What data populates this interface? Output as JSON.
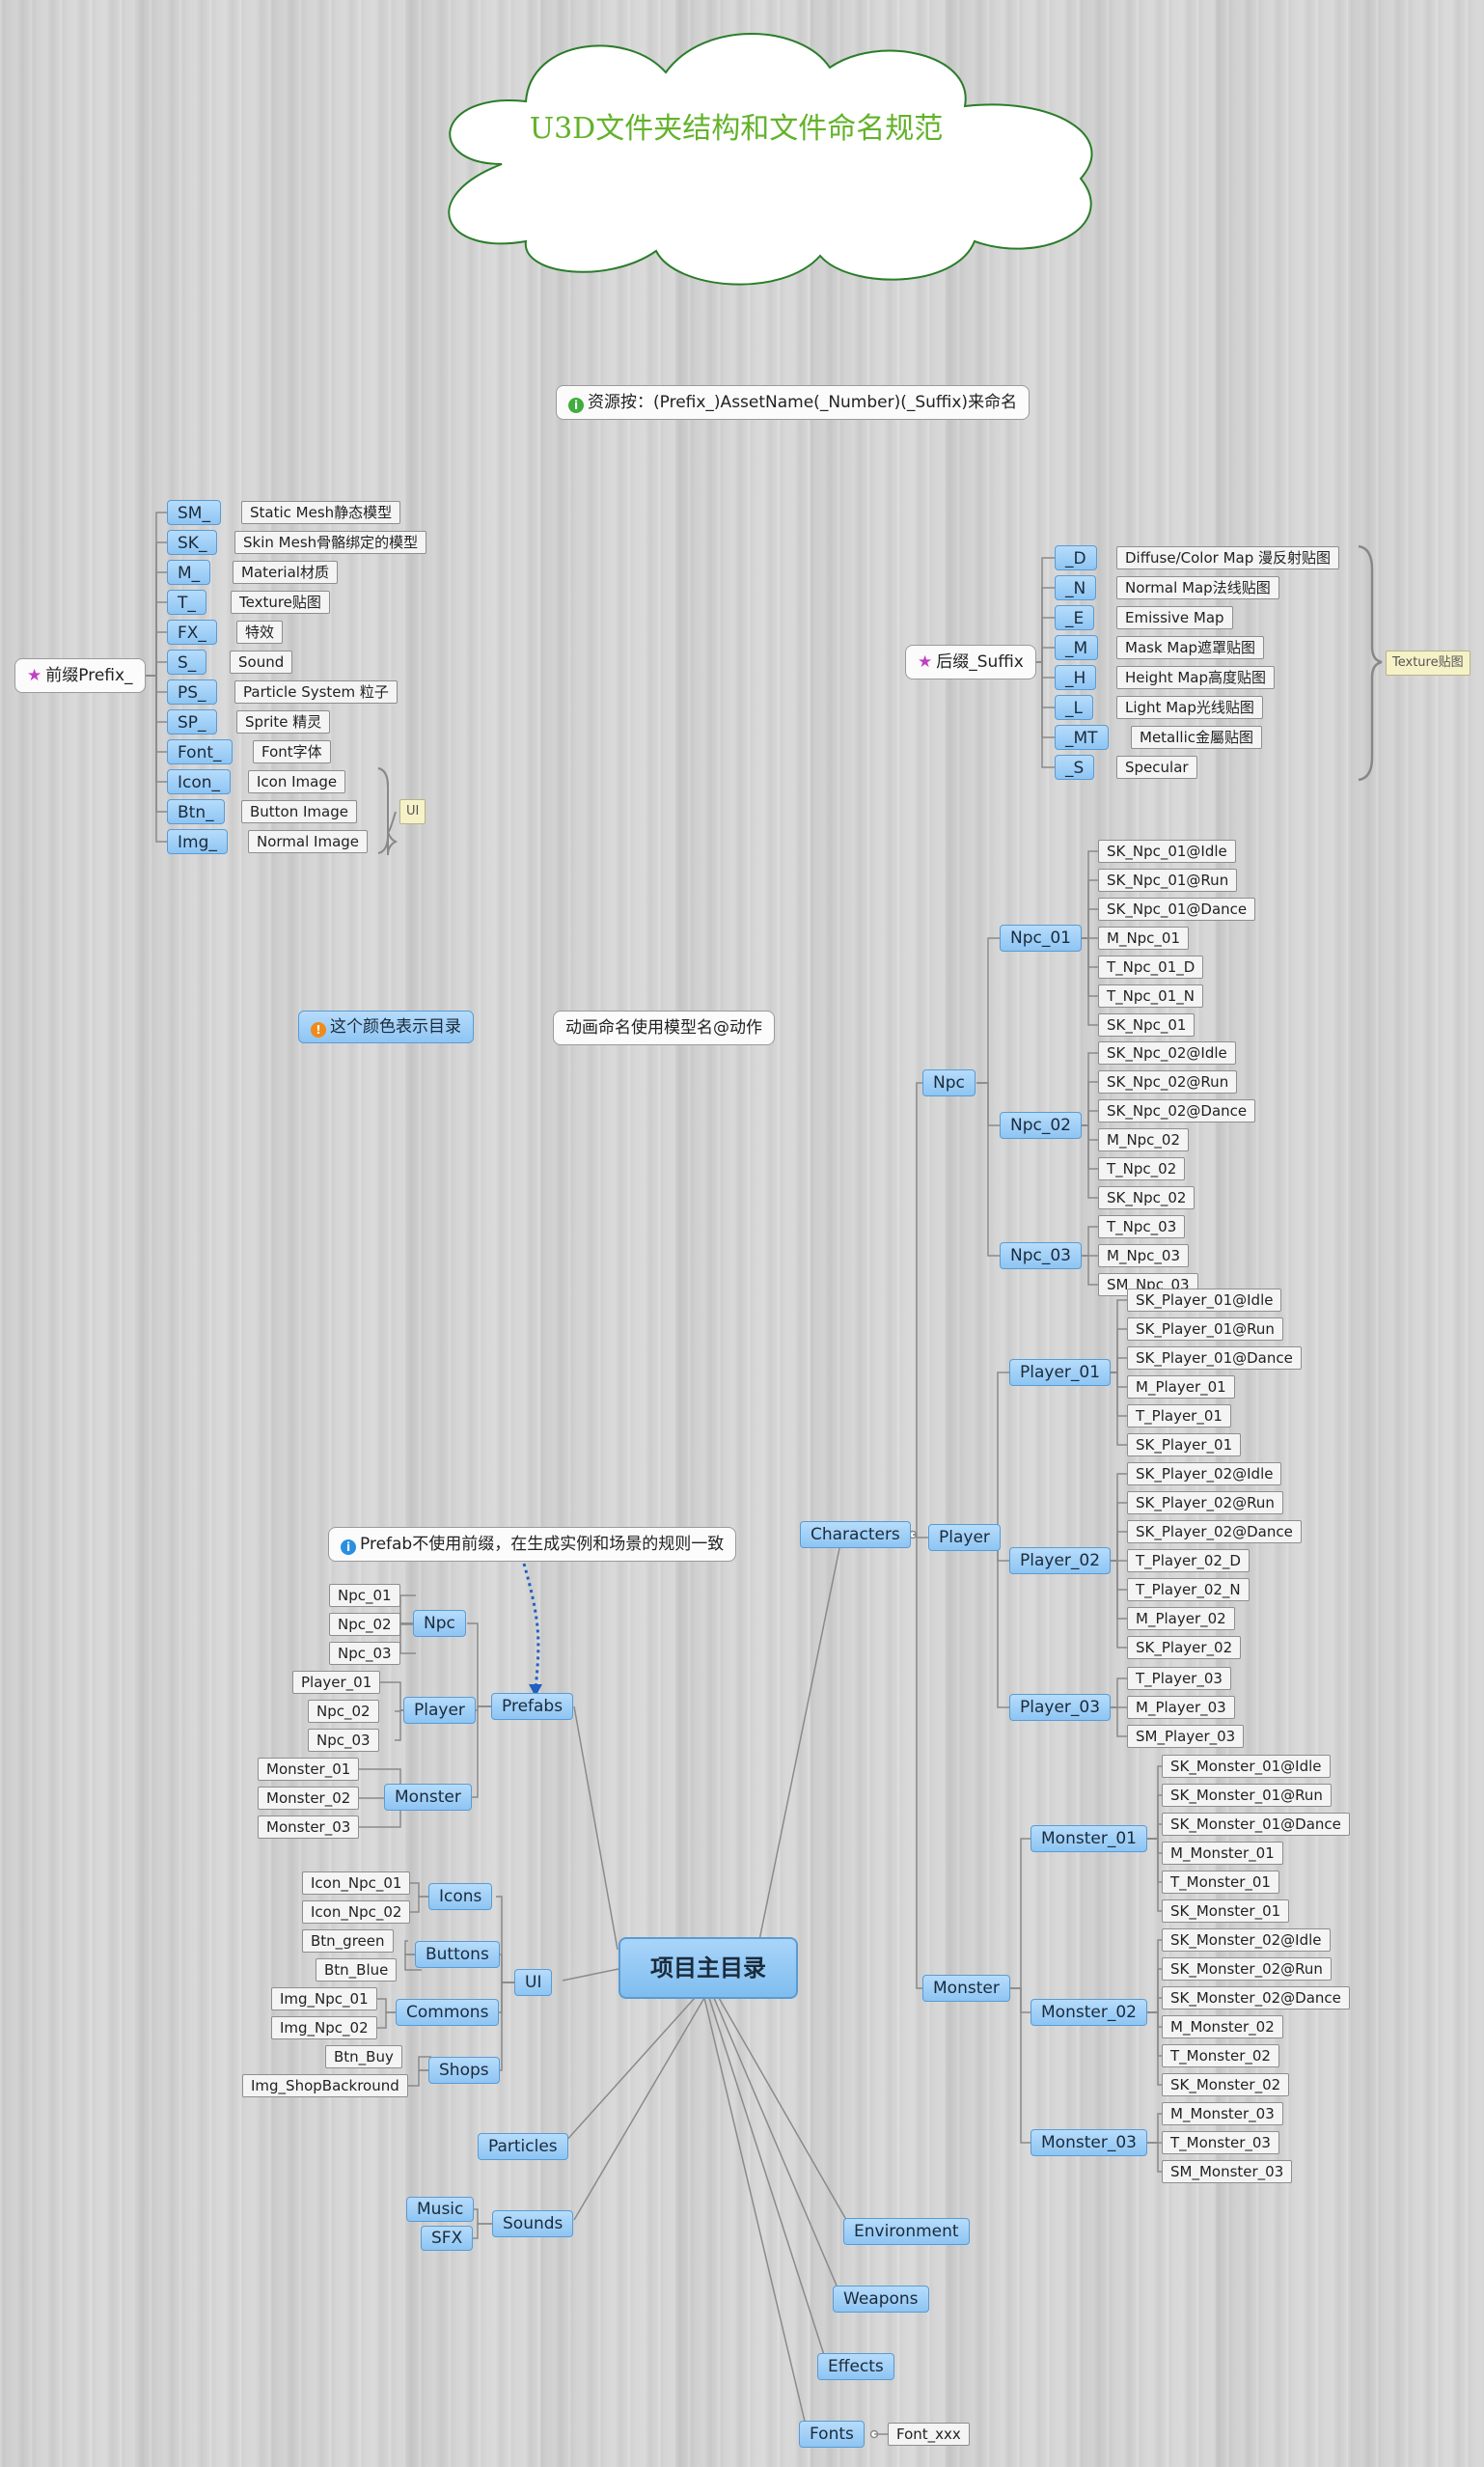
{
  "title": "U3D文件夹结构和文件命名规范",
  "naming_rule": "资源按：(Prefix_)AssetName(_Number)(_Suffix)来命名",
  "prefix": {
    "label": "前缀Prefix_",
    "items": [
      {
        "code": "SM_",
        "desc": "Static Mesh静态模型"
      },
      {
        "code": "SK_",
        "desc": "Skin Mesh骨骼绑定的模型"
      },
      {
        "code": "M_",
        "desc": "Material材质"
      },
      {
        "code": "T_",
        "desc": "Texture贴图"
      },
      {
        "code": "FX_",
        "desc": "特效"
      },
      {
        "code": "S_",
        "desc": "Sound"
      },
      {
        "code": "PS_",
        "desc": "Particle System 粒子"
      },
      {
        "code": "SP_",
        "desc": "Sprite 精灵"
      },
      {
        "code": "Font_",
        "desc": "Font字体"
      },
      {
        "code": "Icon_",
        "desc": "Icon Image"
      },
      {
        "code": "Btn_",
        "desc": "Button Image"
      },
      {
        "code": "Img_",
        "desc": "Normal Image"
      }
    ],
    "ui_label": "UI"
  },
  "suffix": {
    "label": "后缀_Suffix",
    "items": [
      {
        "code": "_D",
        "desc": "Diffuse/Color Map   漫反射贴图"
      },
      {
        "code": "_N",
        "desc": "Normal Map法线贴图"
      },
      {
        "code": "_E",
        "desc": "Emissive Map"
      },
      {
        "code": "_M",
        "desc": "Mask Map遮罩贴图"
      },
      {
        "code": "_H",
        "desc": "Height Map高度贴图"
      },
      {
        "code": "_L",
        "desc": "Light Map光线贴图"
      },
      {
        "code": "_MT",
        "desc": "Metallic金屬贴图"
      },
      {
        "code": "_S",
        "desc": "Specular"
      }
    ],
    "texture_label": "Texture贴图"
  },
  "legend_dir": "这个颜色表示目录",
  "anim_note": "动画命名使用模型名@动作",
  "prefab_note": "Prefab不使用前缀，在生成实例和场景的规则一致",
  "root": "项目主目录",
  "characters": {
    "label": "Characters",
    "npc": {
      "label": "Npc",
      "npc01": {
        "label": "Npc_01",
        "files": [
          "SK_Npc_01@Idle",
          "SK_Npc_01@Run",
          "SK_Npc_01@Dance",
          "M_Npc_01",
          "T_Npc_01_D",
          "T_Npc_01_N",
          "SK_Npc_01"
        ]
      },
      "npc02": {
        "label": "Npc_02",
        "files": [
          "SK_Npc_02@Idle",
          "SK_Npc_02@Run",
          "SK_Npc_02@Dance",
          "M_Npc_02",
          "T_Npc_02",
          "SK_Npc_02"
        ]
      },
      "npc03": {
        "label": "Npc_03",
        "files": [
          "T_Npc_03",
          "M_Npc_03",
          "SM_Npc_03"
        ]
      }
    },
    "player": {
      "label": "Player",
      "p01": {
        "label": "Player_01",
        "files": [
          "SK_Player_01@Idle",
          "SK_Player_01@Run",
          "SK_Player_01@Dance",
          "M_Player_01",
          "T_Player_01",
          "SK_Player_01"
        ]
      },
      "p02": {
        "label": "Player_02",
        "files": [
          "SK_Player_02@Idle",
          "SK_Player_02@Run",
          "SK_Player_02@Dance",
          "T_Player_02_D",
          "T_Player_02_N",
          "M_Player_02",
          "SK_Player_02"
        ]
      },
      "p03": {
        "label": "Player_03",
        "files": [
          "T_Player_03",
          "M_Player_03",
          "SM_Player_03"
        ]
      }
    },
    "monster": {
      "label": "Monster",
      "m01": {
        "label": "Monster_01",
        "files": [
          "SK_Monster_01@Idle",
          "SK_Monster_01@Run",
          "SK_Monster_01@Dance",
          "M_Monster_01",
          "T_Monster_01",
          "SK_Monster_01"
        ]
      },
      "m02": {
        "label": "Monster_02",
        "files": [
          "SK_Monster_02@Idle",
          "SK_Monster_02@Run",
          "SK_Monster_02@Dance",
          "M_Monster_02",
          "T_Monster_02",
          "SK_Monster_02"
        ]
      },
      "m03": {
        "label": "Monster_03",
        "files": [
          "M_Monster_03",
          "T_Monster_03",
          "SM_Monster_03"
        ]
      }
    }
  },
  "prefabs": {
    "label": "Prefabs",
    "npc": {
      "label": "Npc",
      "files": [
        "Npc_01",
        "Npc_02",
        "Npc_03"
      ]
    },
    "player": {
      "label": "Player",
      "files": [
        "Player_01",
        "Npc_02",
        "Npc_03"
      ]
    },
    "monster": {
      "label": "Monster",
      "files": [
        "Monster_01",
        "Monster_02",
        "Monster_03"
      ]
    }
  },
  "ui": {
    "label": "UI",
    "icons": {
      "label": "Icons",
      "files": [
        "Icon_Npc_01",
        "Icon_Npc_02"
      ]
    },
    "buttons": {
      "label": "Buttons",
      "files": [
        "Btn_green",
        "Btn_Blue"
      ]
    },
    "commons": {
      "label": "Commons",
      "files": [
        "Img_Npc_01",
        "Img_Npc_02"
      ]
    },
    "shops": {
      "label": "Shops",
      "files": [
        "Btn_Buy",
        "Img_ShopBackround"
      ]
    }
  },
  "particles": "Particles",
  "sounds": {
    "label": "Sounds",
    "files": [
      "Music",
      "SFX"
    ]
  },
  "environment": "Environment",
  "weapons": "Weapons",
  "effects": "Effects",
  "fonts": {
    "label": "Fonts",
    "files": [
      "Font_xxx"
    ]
  },
  "colors": {
    "directory": "#8ec5f3",
    "title": "#62b22a",
    "line": "#8a8a8a"
  }
}
